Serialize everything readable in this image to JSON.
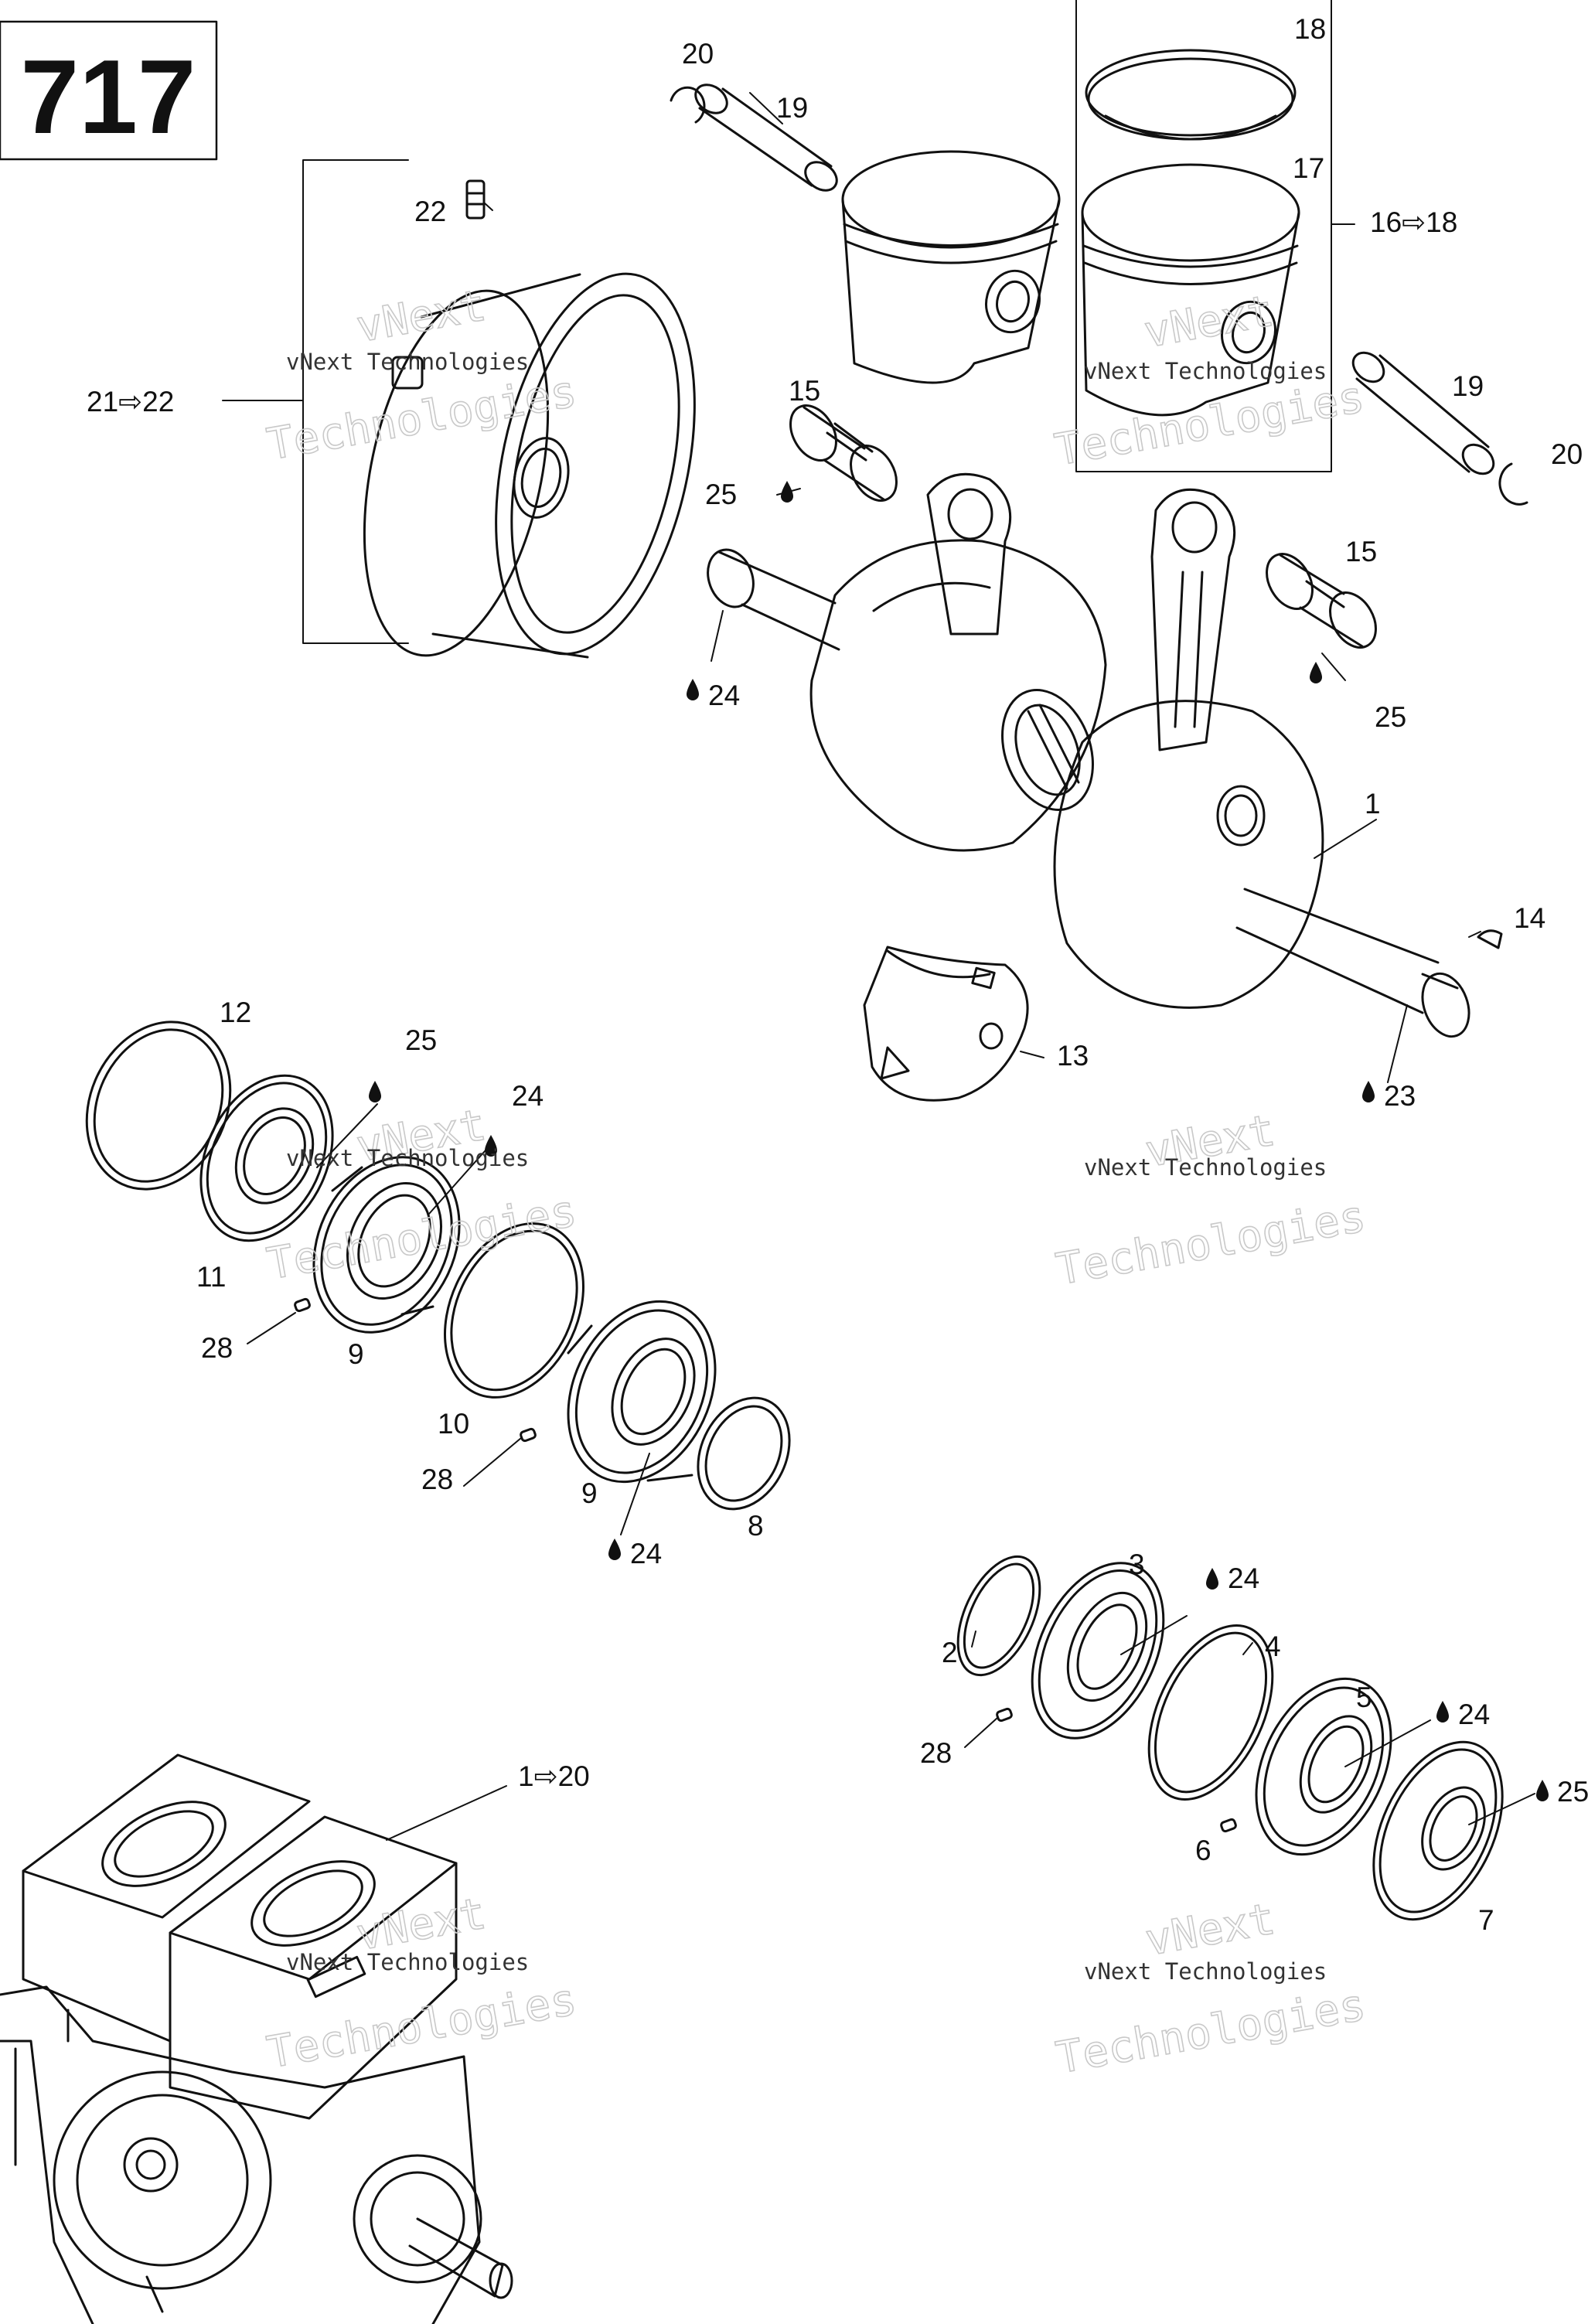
{
  "diagram_number": "717",
  "callouts": {
    "c1": "1",
    "c2": "2",
    "c3": "3",
    "c4": "4",
    "c5": "5",
    "c6": "6",
    "c7": "7",
    "c8": "8",
    "c9a": "9",
    "c9b": "9",
    "c10": "10",
    "c11": "11",
    "c12": "12",
    "c13": "13",
    "c14": "14",
    "c15a": "15",
    "c15b": "15",
    "c16": "16⇨18",
    "c17": "17",
    "c18": "18",
    "c19a": "19",
    "c19b": "19",
    "c20a": "20",
    "c20b": "20",
    "c21": "21⇨22",
    "c22": "22",
    "c23": "23",
    "c24a": "24",
    "c24b": "24",
    "c24c": "24",
    "c24d": "24",
    "c24e": "24",
    "c25a": "25",
    "c25b": "25",
    "c25c": "25",
    "c25d": "25",
    "c28a": "28",
    "c28b": "28",
    "c28c": "28",
    "c1to20": "1⇨20"
  },
  "watermark": {
    "line1": "vNext",
    "line2": "Technologies",
    "line3": "vNext Technologies"
  },
  "colors": {
    "ink": "#111111",
    "paper": "#ffffff",
    "watermark": "#c9c9c9"
  }
}
